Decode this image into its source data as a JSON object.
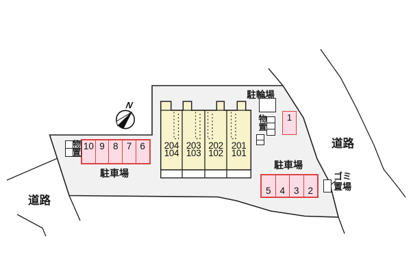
{
  "compass": {
    "label": "N"
  },
  "building": {
    "units": [
      {
        "upper": "204",
        "lower": "104"
      },
      {
        "upper": "203",
        "lower": "103"
      },
      {
        "upper": "202",
        "lower": "102"
      },
      {
        "upper": "201",
        "lower": "101"
      }
    ]
  },
  "parking": {
    "left": {
      "label": "駐車場",
      "spaces": [
        "10",
        "9",
        "8",
        "7",
        "6"
      ]
    },
    "right": {
      "label": "駐車場",
      "spaces": [
        "5",
        "4",
        "3",
        "2"
      ]
    },
    "single": {
      "space": "1"
    }
  },
  "bicycle": {
    "label": "駐輪場"
  },
  "storage": {
    "left_label": "物置",
    "right_label": "物置"
  },
  "garbage": {
    "line1": "ゴミ",
    "line2": "置場"
  },
  "roads": {
    "left": "道路",
    "right": "道路"
  },
  "colors": {
    "site_fill": "#f1f1f1",
    "building_fill": "#f8f3cb",
    "balcony_fill": "#ffffff",
    "parking_fill": "#fbdce4",
    "parking_border": "#d94444",
    "outline": "#222222"
  }
}
